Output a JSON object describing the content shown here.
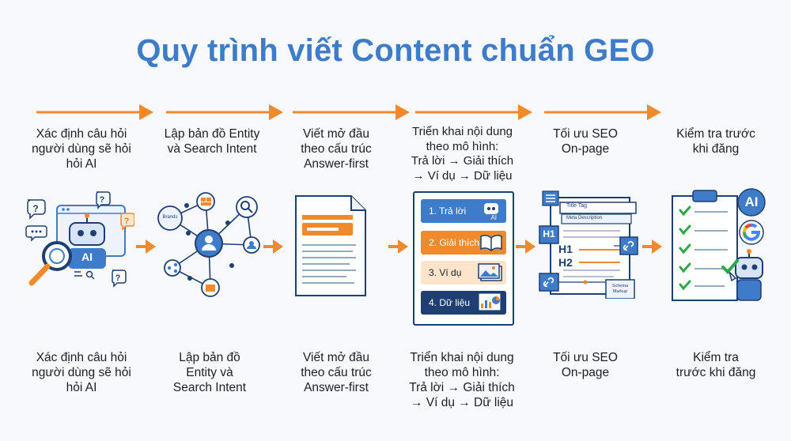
{
  "title": "Quy trình viết Content chuẩn GEO",
  "colors": {
    "title": "#3e7cc9",
    "accent": "#f08a2c",
    "blue": "#3e7cc9",
    "navy": "#1f3f73"
  },
  "steps": [
    {
      "top_lines": [
        "Xác định câu hỏi",
        "người dùng sẽ hỏi",
        "hỏi AI"
      ],
      "bottom_lines": [
        "Xác định câu hỏi",
        "người dùng sẽ hỏi",
        "hỏi AI"
      ],
      "icon_text": "AI"
    },
    {
      "top_lines": [
        "Lập bản đồ Entity",
        "và Search Intent"
      ],
      "bottom_lines": [
        "Lập bản đồ",
        "Entity và",
        "Search Intent"
      ],
      "icon_text": "Brands"
    },
    {
      "top_lines": [
        "Viết mở đầu",
        "theo cấu trúc",
        "Answer-first"
      ],
      "bottom_lines": [
        "Viết mở đầu",
        "theo cấu trúc",
        "Answer-first"
      ]
    },
    {
      "top_lines": [
        "Triển khai nội dung",
        "theo mô hình:",
        "Trả lời → Giải thích",
        "→ Ví dụ → Dữ liệu"
      ],
      "bottom_lines": [
        "Triển khai nội dung",
        "theo mô hình:",
        "Trả lời → Giải thích",
        "→ Ví dụ → Dữ liệu"
      ],
      "boxes": [
        "1. Trả lời",
        "2. Giải thích",
        "3. Ví dụ",
        "4. Dữ liệu"
      ],
      "icon_text": "AI"
    },
    {
      "top_lines": [
        "Tối ưu SEO",
        "On-page"
      ],
      "bottom_lines": [
        "Tối ưu SEO",
        "On-page"
      ],
      "tags": [
        "Title Tag",
        "Meta Description",
        "H1",
        "H1",
        "H2",
        "Schema Markup"
      ]
    },
    {
      "top_lines": [
        "Kiểm tra trước",
        "khi đăng"
      ],
      "bottom_lines": [
        "Kiểm tra",
        "trước khi đăng"
      ],
      "icon_text": "AI",
      "google_letter": "G"
    }
  ]
}
